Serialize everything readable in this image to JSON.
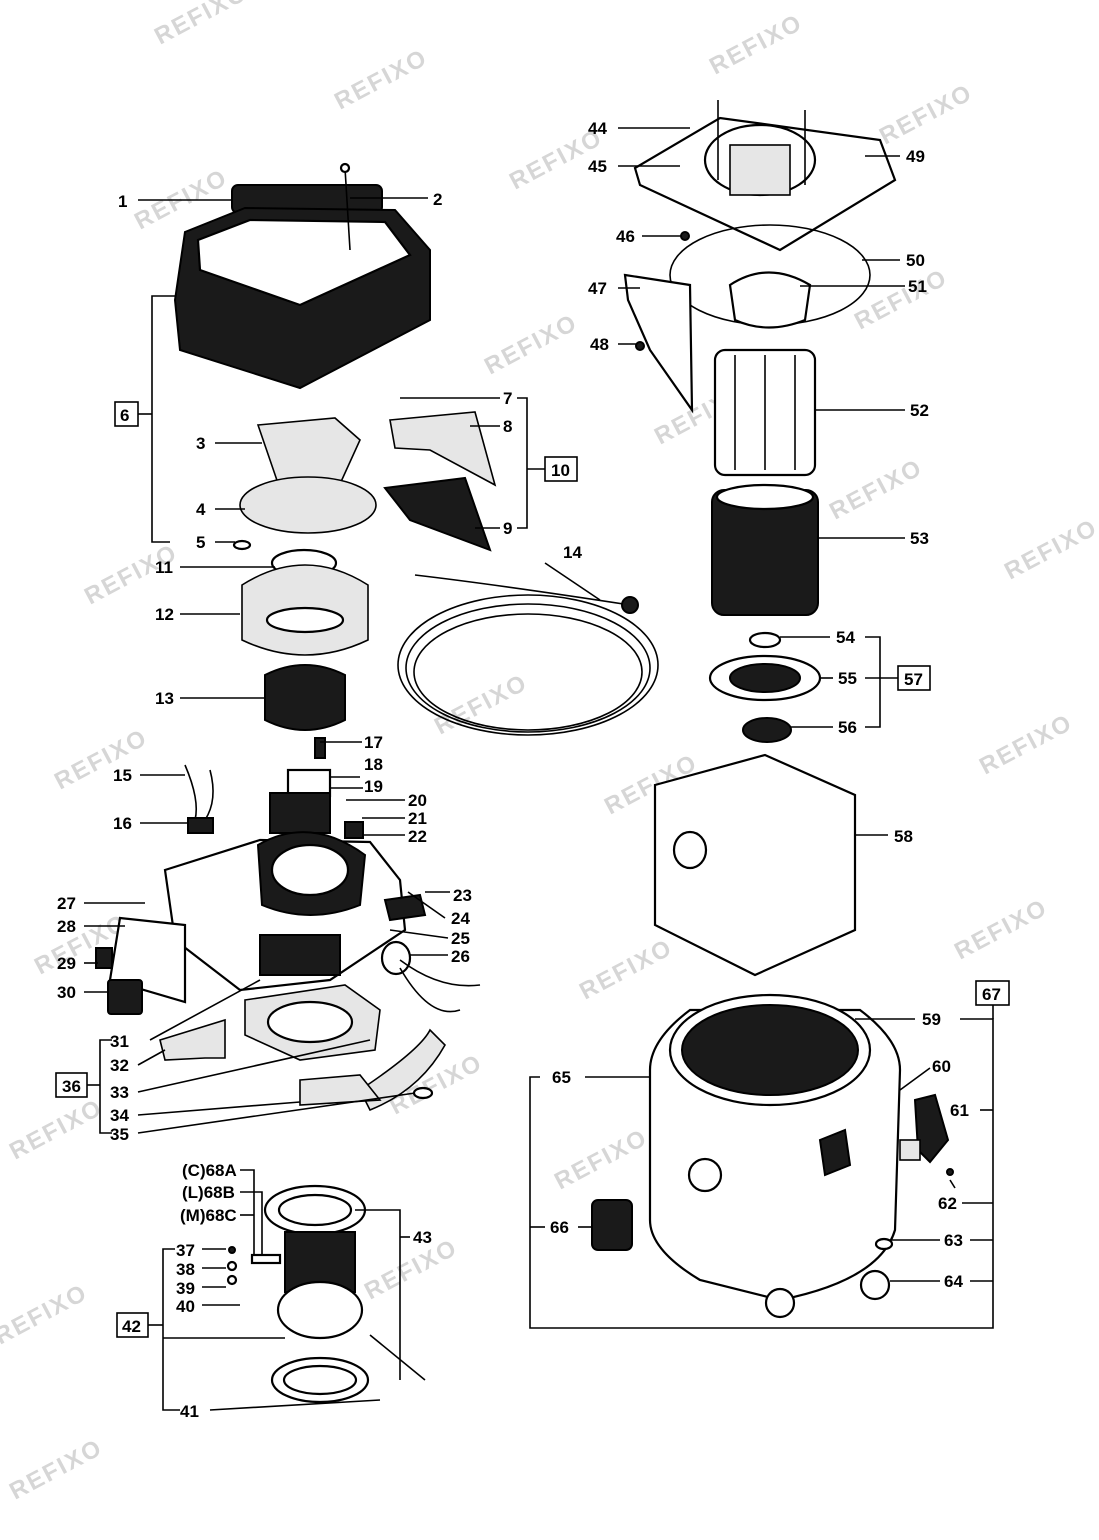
{
  "watermark": "REFIXO",
  "labels": {
    "l1": "1",
    "l2": "2",
    "l3": "3",
    "l4": "4",
    "l5": "5",
    "l7": "7",
    "l8": "8",
    "l9": "9",
    "l11": "11",
    "l12": "12",
    "l13": "13",
    "l14": "14",
    "l15": "15",
    "l16": "16",
    "l17": "17",
    "l18": "18",
    "l19": "19",
    "l20": "20",
    "l21": "21",
    "l22": "22",
    "l23": "23",
    "l24": "24",
    "l25": "25",
    "l26": "26",
    "l27": "27",
    "l28": "28",
    "l29": "29",
    "l30": "30",
    "l31": "31",
    "l32": "32",
    "l33": "33",
    "l34": "34",
    "l35": "35",
    "l37": "37",
    "l38": "38",
    "l39": "39",
    "l40": "40",
    "l41": "41",
    "l43": "43",
    "l44": "44",
    "l45": "45",
    "l46": "46",
    "l47": "47",
    "l48": "48",
    "l49": "49",
    "l50": "50",
    "l51": "51",
    "l52": "52",
    "l53": "53",
    "l54": "54",
    "l55": "55",
    "l56": "56",
    "l58": "58",
    "l59": "59",
    "l60": "60",
    "l61": "61",
    "l62": "62",
    "l63": "63",
    "l64": "64",
    "l65": "65",
    "l66": "66",
    "l68a": "(C)68A",
    "l68b": "(L)68B",
    "l68c": "(M)68C"
  },
  "boxed_labels": {
    "b6": "6",
    "b10": "10",
    "b36": "36",
    "b42": "42",
    "b57": "57",
    "b67": "67"
  }
}
